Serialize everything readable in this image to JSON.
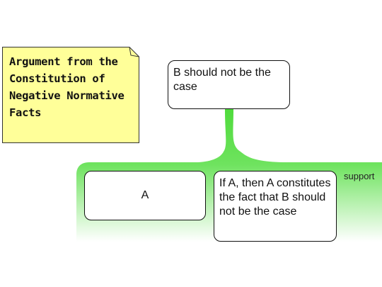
{
  "note": {
    "text": "Argument from the Constitution of Negative Normative Facts",
    "fill_color": "#ffff99",
    "border_color": "#333333"
  },
  "claim": {
    "text": "B should not be the case"
  },
  "support": {
    "label": "support",
    "color": "#55dd44",
    "premises": [
      {
        "text": "A"
      },
      {
        "text": "If A, then A constitutes the fact that B should not be the case"
      }
    ]
  }
}
